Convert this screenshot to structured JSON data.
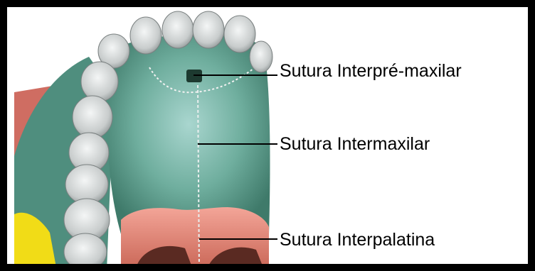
{
  "labels": [
    "Sutura Interpré-maxilar",
    "Sutura Intermaxilar",
    "Sutura Interpalatina"
  ],
  "colors": {
    "frame": "#000000",
    "palate": "#5f9e8e",
    "palate_light": "#9fd0c8",
    "palatine_bone": "#e8897b",
    "teeth": "#d9dcdc",
    "yellow_bone": "#f4de1a",
    "left_red_bone": "#d9736a"
  }
}
